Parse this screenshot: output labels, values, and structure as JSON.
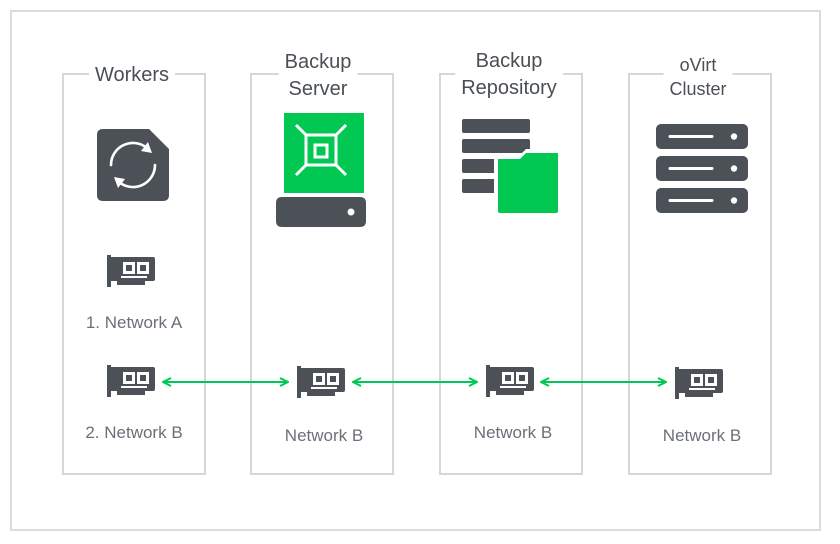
{
  "columns": {
    "workers": {
      "title": "Workers"
    },
    "backup_server": {
      "title_line1": "Backup",
      "title_line2": "Server"
    },
    "backup_repository": {
      "title_line1": "Backup",
      "title_line2": "Repository"
    },
    "ovirt_cluster": {
      "title_line1": "oVirt",
      "title_line2": "Cluster"
    }
  },
  "labels": {
    "workers_network_a": "1. Network A",
    "workers_network_b": "2. Network B",
    "server_network_b": "Network B",
    "repository_network_b": "Network B",
    "cluster_network_b": "Network B"
  },
  "icons": {
    "worker_vm": "worker-vm-icon",
    "backup_server": "veeam-backup-server-icon",
    "repository": "storage-folder-icon",
    "cluster": "server-rack-icon",
    "nic": "network-card-icon"
  },
  "colors": {
    "accent_green": "#00c853",
    "icon_gray": "#4b5157",
    "text_gray": "#6b7078",
    "border_gray": "#d6d6d6"
  }
}
